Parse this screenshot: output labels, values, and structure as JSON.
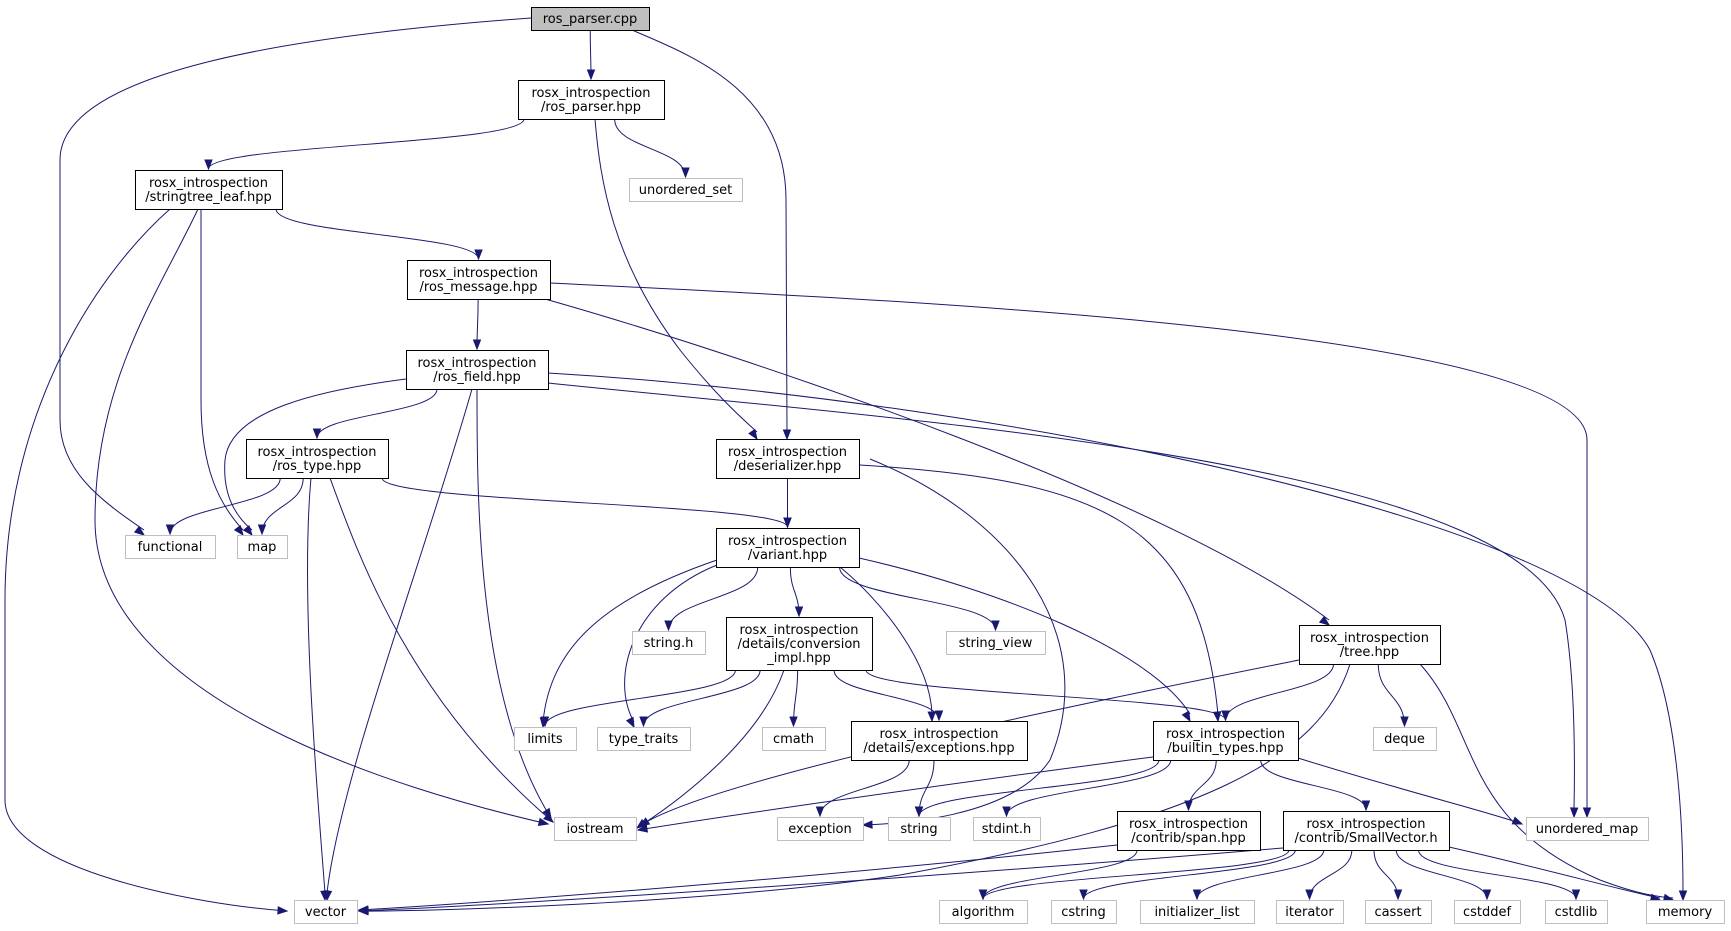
{
  "diagram": {
    "type": "include-dependency-graph",
    "nodes": [
      {
        "id": "ros_parser_cpp",
        "label": [
          "ros_parser.cpp"
        ],
        "kind": "root"
      },
      {
        "id": "ros_parser_hpp",
        "label": [
          "rosx_introspection",
          "/ros_parser.hpp"
        ],
        "kind": "local"
      },
      {
        "id": "stringtree_leaf",
        "label": [
          "rosx_introspection",
          "/stringtree_leaf.hpp"
        ],
        "kind": "local"
      },
      {
        "id": "unordered_set",
        "label": [
          "unordered_set"
        ],
        "kind": "system"
      },
      {
        "id": "ros_message",
        "label": [
          "rosx_introspection",
          "/ros_message.hpp"
        ],
        "kind": "local"
      },
      {
        "id": "ros_field",
        "label": [
          "rosx_introspection",
          "/ros_field.hpp"
        ],
        "kind": "local"
      },
      {
        "id": "ros_type",
        "label": [
          "rosx_introspection",
          "/ros_type.hpp"
        ],
        "kind": "local"
      },
      {
        "id": "deserializer",
        "label": [
          "rosx_introspection",
          "/deserializer.hpp"
        ],
        "kind": "local"
      },
      {
        "id": "functional",
        "label": [
          "functional"
        ],
        "kind": "system"
      },
      {
        "id": "map",
        "label": [
          "map"
        ],
        "kind": "system"
      },
      {
        "id": "variant",
        "label": [
          "rosx_introspection",
          "/variant.hpp"
        ],
        "kind": "local"
      },
      {
        "id": "string_h",
        "label": [
          "string.h"
        ],
        "kind": "system"
      },
      {
        "id": "conversion_impl",
        "label": [
          "rosx_introspection",
          "/details/conversion",
          "_impl.hpp"
        ],
        "kind": "local"
      },
      {
        "id": "string_view",
        "label": [
          "string_view"
        ],
        "kind": "system"
      },
      {
        "id": "tree",
        "label": [
          "rosx_introspection",
          "/tree.hpp"
        ],
        "kind": "local"
      },
      {
        "id": "limits",
        "label": [
          "limits"
        ],
        "kind": "system"
      },
      {
        "id": "type_traits",
        "label": [
          "type_traits"
        ],
        "kind": "system"
      },
      {
        "id": "cmath",
        "label": [
          "cmath"
        ],
        "kind": "system"
      },
      {
        "id": "exceptions",
        "label": [
          "rosx_introspection",
          "/details/exceptions.hpp"
        ],
        "kind": "local"
      },
      {
        "id": "builtin_types",
        "label": [
          "rosx_introspection",
          "/builtin_types.hpp"
        ],
        "kind": "local"
      },
      {
        "id": "deque",
        "label": [
          "deque"
        ],
        "kind": "system"
      },
      {
        "id": "iostream",
        "label": [
          "iostream"
        ],
        "kind": "system"
      },
      {
        "id": "exception",
        "label": [
          "exception"
        ],
        "kind": "system"
      },
      {
        "id": "string",
        "label": [
          "string"
        ],
        "kind": "system"
      },
      {
        "id": "stdint_h",
        "label": [
          "stdint.h"
        ],
        "kind": "system"
      },
      {
        "id": "span",
        "label": [
          "rosx_introspection",
          "/contrib/span.hpp"
        ],
        "kind": "local"
      },
      {
        "id": "smallvector",
        "label": [
          "rosx_introspection",
          "/contrib/SmallVector.h"
        ],
        "kind": "local"
      },
      {
        "id": "unordered_map",
        "label": [
          "unordered_map"
        ],
        "kind": "system"
      },
      {
        "id": "vector",
        "label": [
          "vector"
        ],
        "kind": "system"
      },
      {
        "id": "algorithm",
        "label": [
          "algorithm"
        ],
        "kind": "system"
      },
      {
        "id": "cstring",
        "label": [
          "cstring"
        ],
        "kind": "system"
      },
      {
        "id": "initializer_list",
        "label": [
          "initializer_list"
        ],
        "kind": "system"
      },
      {
        "id": "iterator",
        "label": [
          "iterator"
        ],
        "kind": "system"
      },
      {
        "id": "cassert",
        "label": [
          "cassert"
        ],
        "kind": "system"
      },
      {
        "id": "cstddef",
        "label": [
          "cstddef"
        ],
        "kind": "system"
      },
      {
        "id": "cstdlib",
        "label": [
          "cstdlib"
        ],
        "kind": "system"
      },
      {
        "id": "memory",
        "label": [
          "memory"
        ],
        "kind": "system"
      }
    ],
    "edges": [
      [
        "ros_parser_cpp",
        "ros_parser_hpp"
      ],
      [
        "ros_parser_cpp",
        "functional"
      ],
      [
        "ros_parser_cpp",
        "deserializer"
      ],
      [
        "ros_parser_hpp",
        "stringtree_leaf"
      ],
      [
        "ros_parser_hpp",
        "unordered_set"
      ],
      [
        "ros_parser_hpp",
        "deserializer"
      ],
      [
        "stringtree_leaf",
        "ros_message"
      ],
      [
        "stringtree_leaf",
        "map"
      ],
      [
        "stringtree_leaf",
        "iostream"
      ],
      [
        "stringtree_leaf",
        "vector"
      ],
      [
        "ros_message",
        "ros_field"
      ],
      [
        "ros_message",
        "tree"
      ],
      [
        "ros_message",
        "unordered_map"
      ],
      [
        "ros_field",
        "ros_type"
      ],
      [
        "ros_field",
        "map"
      ],
      [
        "ros_field",
        "iostream"
      ],
      [
        "ros_field",
        "vector"
      ],
      [
        "ros_field",
        "unordered_map"
      ],
      [
        "ros_field",
        "memory"
      ],
      [
        "ros_type",
        "functional"
      ],
      [
        "ros_type",
        "map"
      ],
      [
        "ros_type",
        "variant"
      ],
      [
        "ros_type",
        "iostream"
      ],
      [
        "ros_type",
        "vector"
      ],
      [
        "deserializer",
        "variant"
      ],
      [
        "deserializer",
        "builtin_types"
      ],
      [
        "deserializer",
        "exception"
      ],
      [
        "variant",
        "string_h"
      ],
      [
        "variant",
        "conversion_impl"
      ],
      [
        "variant",
        "string_view"
      ],
      [
        "variant",
        "limits"
      ],
      [
        "variant",
        "type_traits"
      ],
      [
        "variant",
        "exceptions"
      ],
      [
        "variant",
        "builtin_types"
      ],
      [
        "conversion_impl",
        "limits"
      ],
      [
        "conversion_impl",
        "type_traits"
      ],
      [
        "conversion_impl",
        "cmath"
      ],
      [
        "conversion_impl",
        "exceptions"
      ],
      [
        "conversion_impl",
        "builtin_types"
      ],
      [
        "conversion_impl",
        "iostream"
      ],
      [
        "exceptions",
        "exception"
      ],
      [
        "exceptions",
        "string"
      ],
      [
        "tree",
        "builtin_types"
      ],
      [
        "tree",
        "deque"
      ],
      [
        "tree",
        "iostream"
      ],
      [
        "tree",
        "vector"
      ],
      [
        "tree",
        "memory"
      ],
      [
        "builtin_types",
        "iostream"
      ],
      [
        "builtin_types",
        "string"
      ],
      [
        "builtin_types",
        "stdint_h"
      ],
      [
        "builtin_types",
        "span"
      ],
      [
        "builtin_types",
        "smallvector"
      ],
      [
        "builtin_types",
        "unordered_map"
      ],
      [
        "span",
        "vector"
      ],
      [
        "span",
        "algorithm"
      ],
      [
        "smallvector",
        "algorithm"
      ],
      [
        "smallvector",
        "cstring"
      ],
      [
        "smallvector",
        "initializer_list"
      ],
      [
        "smallvector",
        "iterator"
      ],
      [
        "smallvector",
        "cassert"
      ],
      [
        "smallvector",
        "cstddef"
      ],
      [
        "smallvector",
        "cstdlib"
      ],
      [
        "smallvector",
        "memory"
      ],
      [
        "smallvector",
        "vector"
      ]
    ]
  }
}
